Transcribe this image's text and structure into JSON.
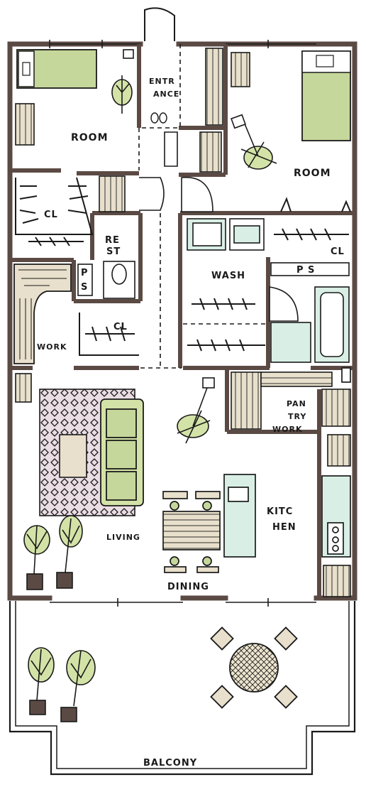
{
  "floorplan": {
    "rooms": {
      "entrance_1": "ENTR",
      "entrance_2": "ANCE",
      "room_left": "ROOM",
      "room_right": "ROOM",
      "closet_upper": "CL",
      "closet_right": "CL",
      "closet_mid": "CL",
      "rest_1": "RE",
      "rest_2": "ST",
      "ps_left_1": "P",
      "ps_left_2": "S",
      "ps_right": "P S",
      "wash": "WASH",
      "work_left": "WORK",
      "pantry_1": "PAN",
      "pantry_2": "TRY",
      "work_right": "WORK",
      "living": "LIVING",
      "kitchen_1": "KITC",
      "kitchen_2": "HEN",
      "dining": "DINING",
      "balcony": "BALCONY"
    },
    "colors": {
      "wall": "#5b4a44",
      "bed": "#c5d79a",
      "wood": "#e8e0cc",
      "mint": "#d9efe6",
      "rug": "#eadde4",
      "plant": "#d3e3a7",
      "ink": "#1a1a1a"
    }
  }
}
